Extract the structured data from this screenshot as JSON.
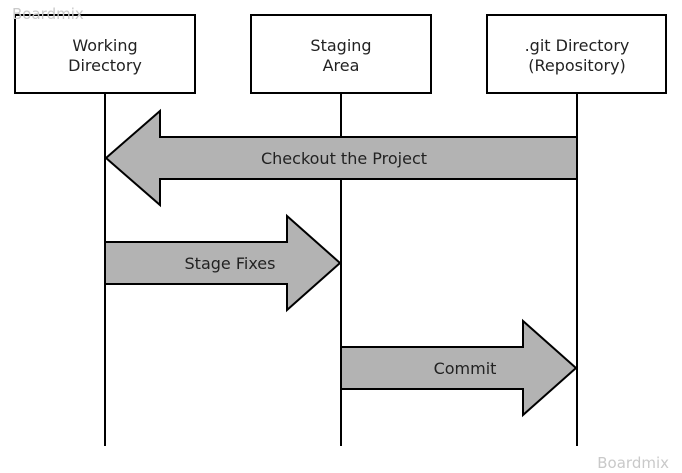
{
  "diagram": {
    "participants": {
      "working": {
        "line1": "Working",
        "line2": "Directory"
      },
      "staging": {
        "line1": "Staging",
        "line2": "Area"
      },
      "repo": {
        "line1": ".git Directory",
        "line2": "(Repository)"
      }
    },
    "messages": {
      "checkout": {
        "label": "Checkout the Project",
        "from": "repo",
        "to": "working"
      },
      "stage": {
        "label": "Stage Fixes",
        "from": "working",
        "to": "staging"
      },
      "commit": {
        "label": "Commit",
        "from": "staging",
        "to": "repo"
      }
    }
  },
  "watermarks": {
    "top_left": "Boardmix",
    "bottom_right": "Boardmix"
  },
  "colors": {
    "arrow_fill": "#b3b3b3",
    "stroke": "#000000",
    "watermark": "#c9c9c9"
  }
}
